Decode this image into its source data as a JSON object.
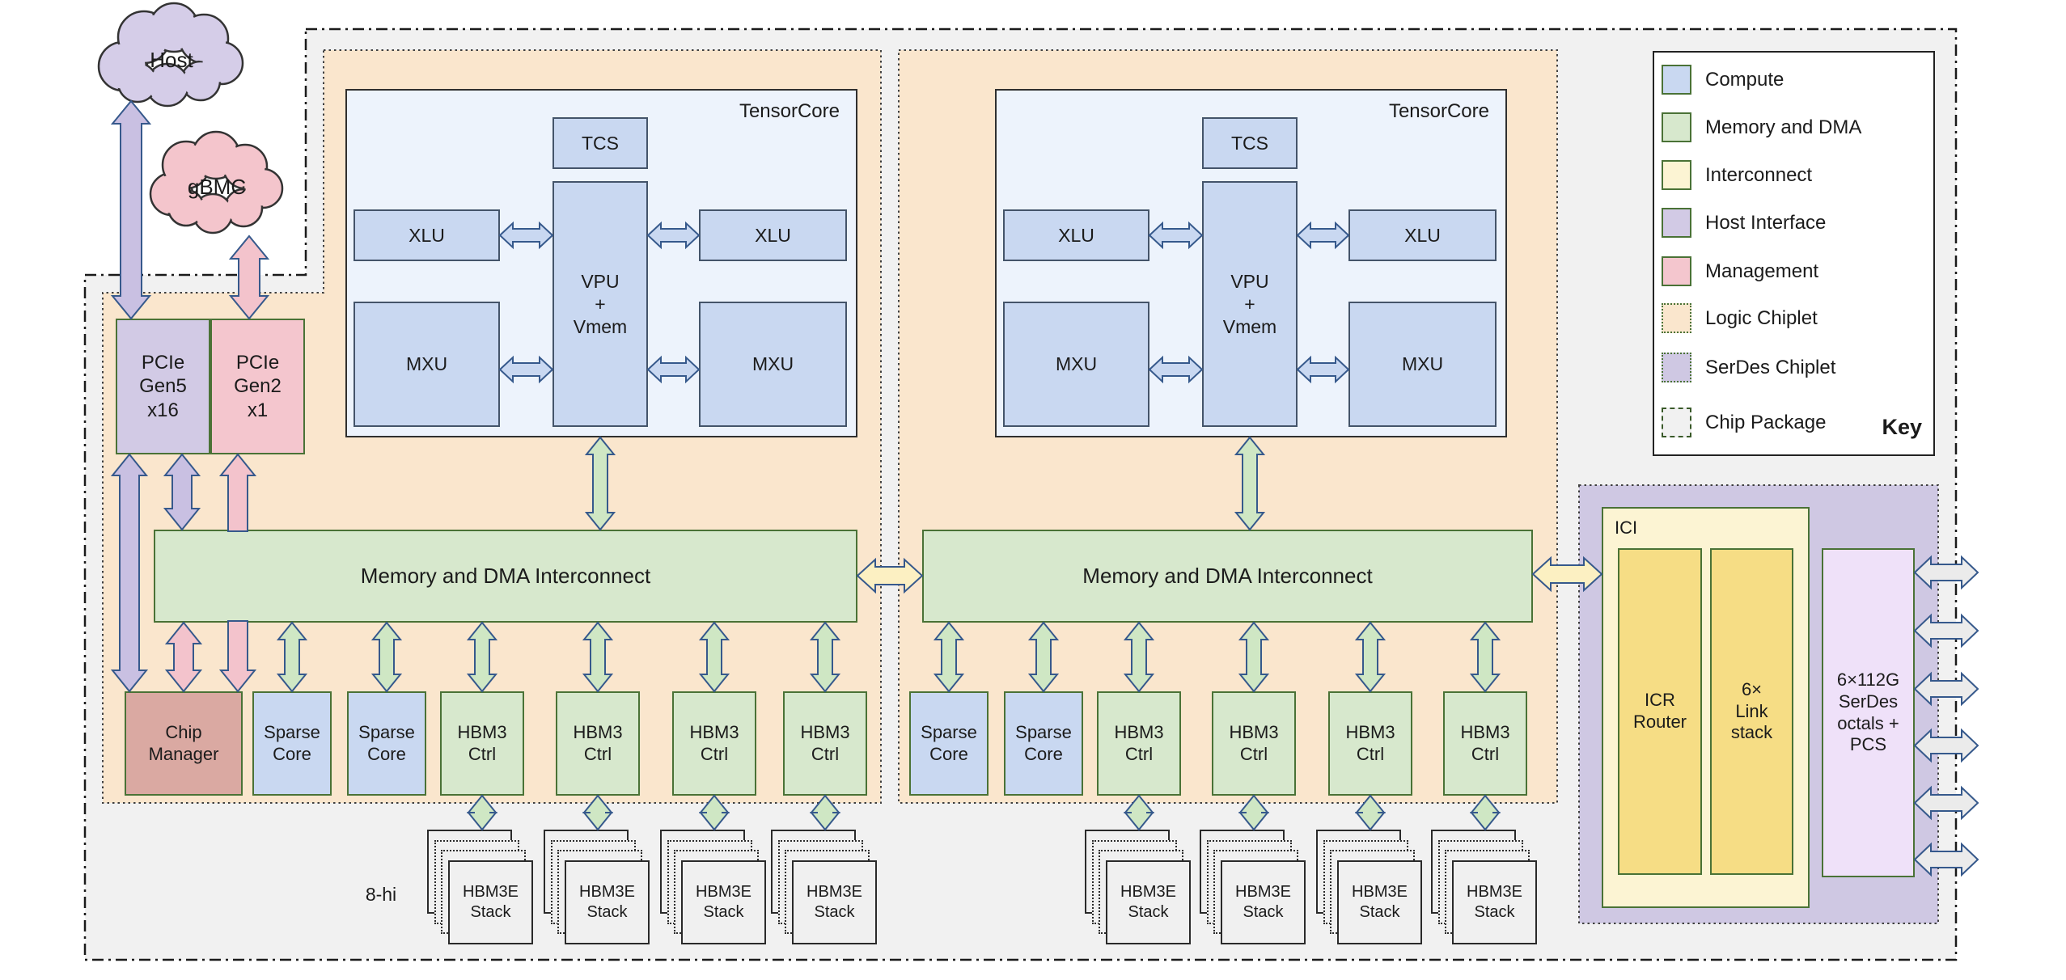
{
  "clouds": {
    "host": "Host",
    "gbmc": "gBMC"
  },
  "blocks": {
    "pcie_gen5": "PCIe\nGen5\nx16",
    "pcie_gen2": "PCIe\nGen2\nx1",
    "chip_manager": "Chip\nManager",
    "sparse_core": "Sparse\nCore",
    "hbm3_ctrl": "HBM3\nCtrl",
    "hbm3e_stack": "HBM3E\nStack",
    "stack_height_label": "8-hi",
    "tensorcore": "TensorCore",
    "tcs": "TCS",
    "xlu": "XLU",
    "vpu": "VPU\n+\nVmem",
    "mxu": "MXU",
    "interconnect": "Memory and DMA Interconnect",
    "ici": "ICI",
    "icr_router": "ICR\nRouter",
    "link_stack": "6×\nLink\nstack",
    "serdes": "6×112G\nSerDes\noctals +\nPCS"
  },
  "key": {
    "title": "Key",
    "items": [
      {
        "label": "Compute",
        "color": "#c9d8f1",
        "style": "solid"
      },
      {
        "label": "Memory and DMA",
        "color": "#d7e8cd",
        "style": "solid"
      },
      {
        "label": "Interconnect",
        "color": "#fcf4d3",
        "style": "solid"
      },
      {
        "label": "Host Interface",
        "color": "#d2cae5",
        "style": "solid"
      },
      {
        "label": "Management",
        "color": "#f4c6ce",
        "style": "solid"
      },
      {
        "label": "Logic Chiplet",
        "color": "#fae6cd",
        "style": "dotted"
      },
      {
        "label": "SerDes Chiplet",
        "color": "#cfc8e3",
        "style": "dotted"
      },
      {
        "label": "Chip Package",
        "color": "#f1f1f1",
        "style": "dashdot"
      }
    ]
  },
  "colors": {
    "compute_blue": "#c9d8f1",
    "memory_green": "#d7e8cd",
    "interconnect_yellow": "#fcf4d3",
    "interconnect_yellow_dark": "#f6dd85",
    "host_lavender": "#d2cae5",
    "management_pink": "#f4c6ce",
    "chip_manager_red": "#daa9a2",
    "logic_chiplet_peach": "#fae6cd",
    "serdes_chiplet_lavender": "#cfc8e3",
    "serdes_block_lilac": "#efe1f9",
    "chip_package_gray": "#f1f1f1",
    "tensorcore_bg": "#edf3fc",
    "arrow_outline": "#36598c",
    "block_border_green": "#4a7236"
  }
}
